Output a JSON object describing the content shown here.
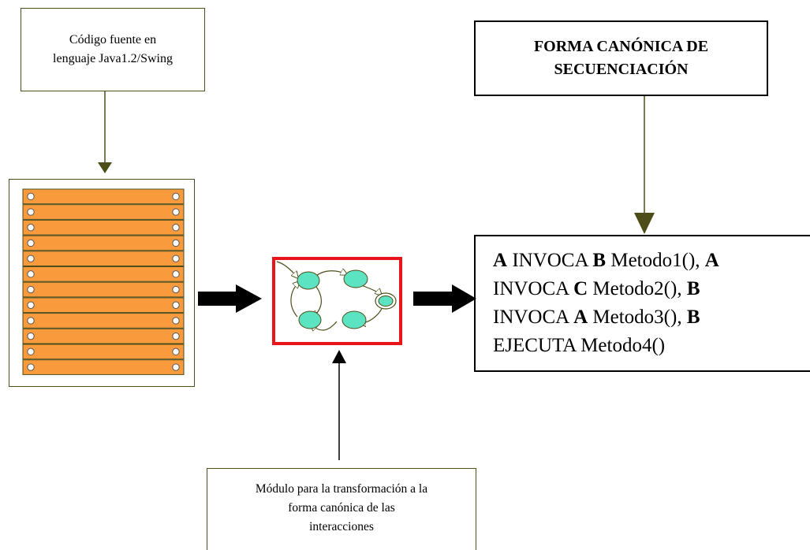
{
  "source_box": {
    "line1": "Código fuente en",
    "line2": "lenguaje Java1.2/Swing"
  },
  "forma_box": {
    "line1": "FORMA CANÓNICA DE",
    "line2": "SECUENCIACIÓN"
  },
  "sequence": {
    "l1a": "A",
    "l1b": " INVOCA ",
    "l1c": "B",
    "l1d": " Metodo1(), ",
    "l1e": "A",
    "l2a": "INVOCA ",
    "l2b": "C",
    "l2c": " Metodo2(), ",
    "l2d": "B",
    "l3a": "INVOCA ",
    "l3b": "A",
    "l3c": " Metodo3(), ",
    "l3d": "B",
    "l4a": "EJECUTA Metodo4()"
  },
  "module_box": {
    "line1": "Módulo para la transformación a la",
    "line2": "forma canónica de las",
    "line3": "interacciones"
  },
  "code_listing_rows": 12,
  "colors": {
    "row_fill": "#f99b3c",
    "node_fill": "#5ce3c2",
    "highlight_border": "#e8161b",
    "connector": "#4d4d1a"
  }
}
